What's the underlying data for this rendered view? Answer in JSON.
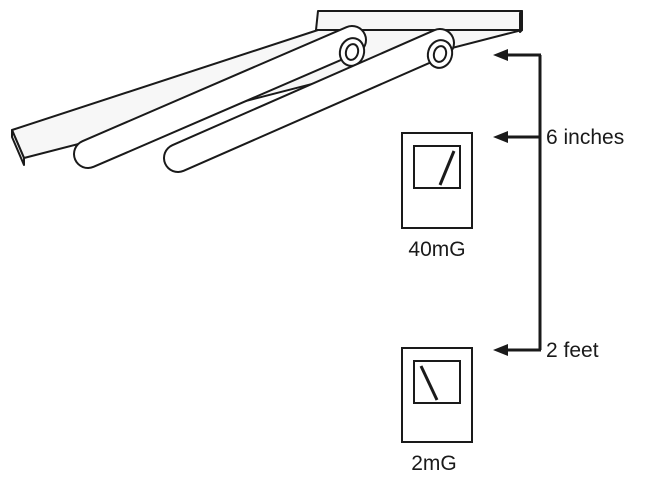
{
  "distance_markers": [
    {
      "label": "6 inches"
    },
    {
      "label": "2 feet"
    }
  ],
  "meters": [
    {
      "reading": "40mG",
      "needle": "tilted-right"
    },
    {
      "reading": "2mG",
      "needle": "tilted-left"
    }
  ],
  "colors": {
    "ink": "#1a1a1a",
    "fixture_fill": "#f7f7f7",
    "tube_fill": "#ffffff",
    "background": "#ffffff"
  }
}
